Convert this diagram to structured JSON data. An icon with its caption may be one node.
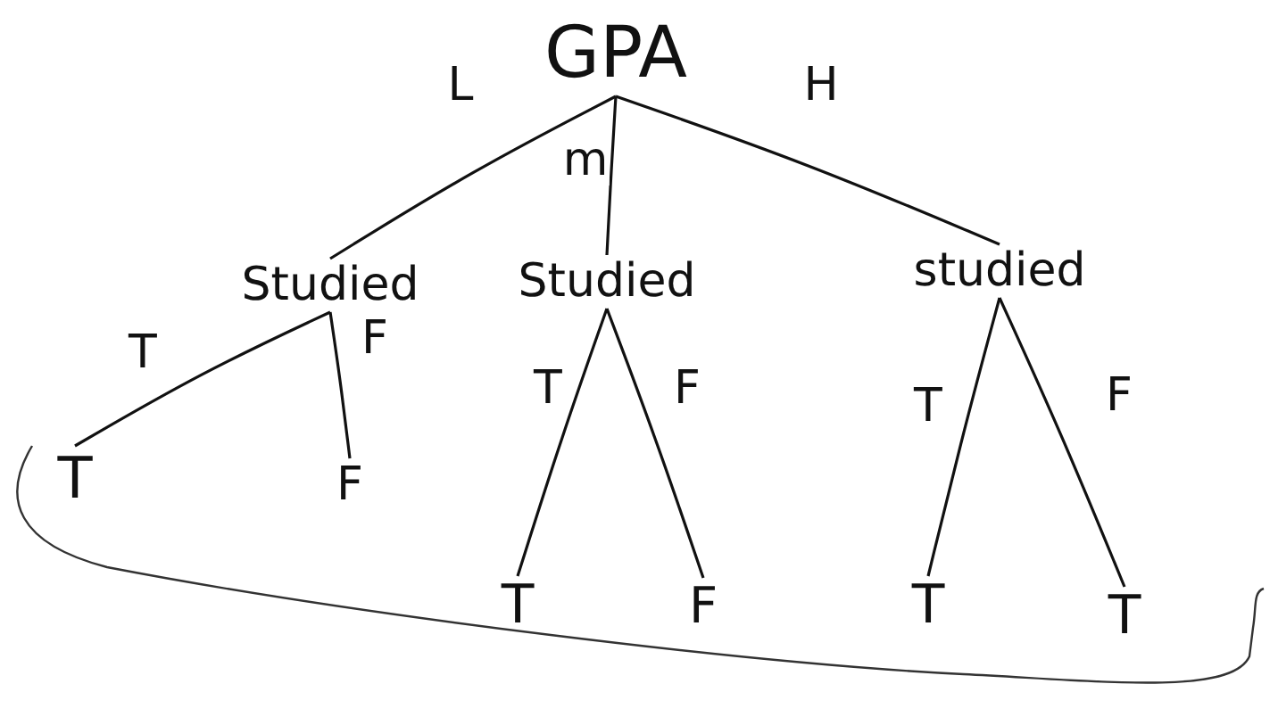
{
  "diagram": {
    "nodes": [
      {
        "text": [
          "GPA"
        ]
      },
      {
        "text": [
          "Studied"
        ]
      },
      {
        "text": [
          "Studied"
        ]
      },
      {
        "text": [
          "studied"
        ]
      },
      {
        "text": [
          "T"
        ]
      },
      {
        "text": [
          "F"
        ]
      },
      {
        "text": [
          "T"
        ]
      },
      {
        "text": [
          "F"
        ]
      },
      {
        "text": [
          "T"
        ]
      },
      {
        "text": [
          "T"
        ]
      }
    ],
    "edges": [
      {
        "from": 0,
        "to": 1,
        "arrow": "none",
        "label": "L"
      },
      {
        "from": 0,
        "to": 2,
        "arrow": "none",
        "label": "m"
      },
      {
        "from": 0,
        "to": 3,
        "arrow": "none",
        "label": "H"
      },
      {
        "from": 1,
        "to": 4,
        "arrow": "none",
        "label": "T"
      },
      {
        "from": 1,
        "to": 5,
        "arrow": "none",
        "label": "F"
      },
      {
        "from": 2,
        "to": 6,
        "arrow": "none",
        "label": "T"
      },
      {
        "from": 2,
        "to": 7,
        "arrow": "none",
        "label": "F"
      },
      {
        "from": 3,
        "to": 8,
        "arrow": "none",
        "label": "T"
      },
      {
        "from": 3,
        "to": 9,
        "arrow": "none",
        "label": "F"
      }
    ]
  }
}
